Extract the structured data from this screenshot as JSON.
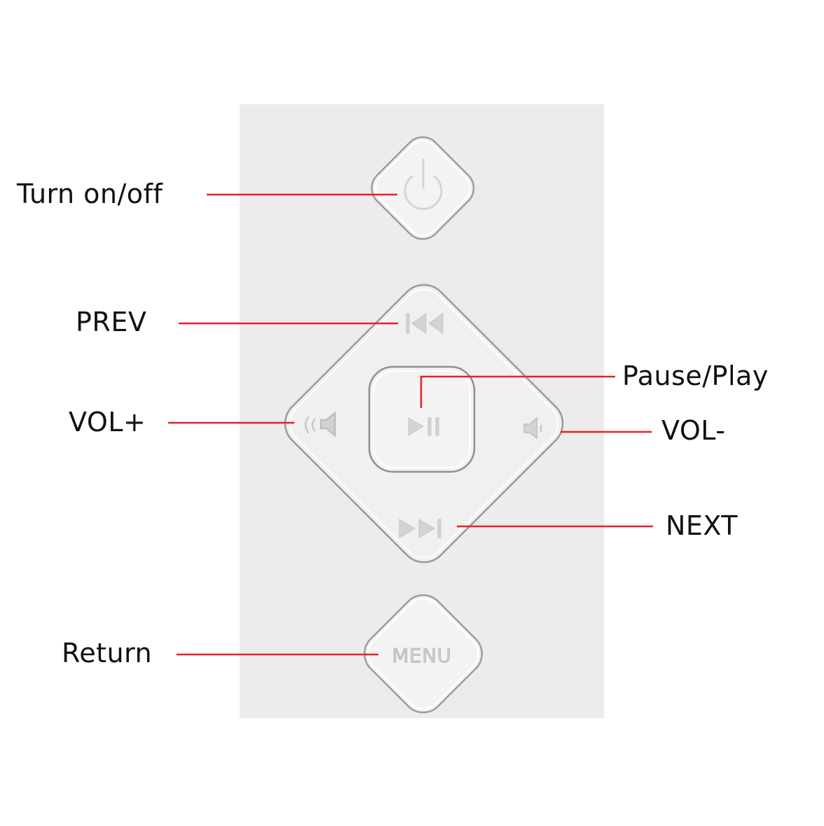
{
  "colors": {
    "panel": "#ececec",
    "button_face": "#ededed",
    "button_edge": "#9a9a9a",
    "icon": "#d2d2d2",
    "callout_line": "#e8202a",
    "label_text": "#111111"
  },
  "callouts": [
    {
      "key": "power",
      "label": "Turn on/off"
    },
    {
      "key": "prev",
      "label": "PREV"
    },
    {
      "key": "vol_plus",
      "label": "VOL+"
    },
    {
      "key": "pause_play",
      "label": "Pause/Play"
    },
    {
      "key": "vol_minus",
      "label": "VOL-"
    },
    {
      "key": "next",
      "label": "NEXT"
    },
    {
      "key": "return",
      "label": "Return"
    }
  ],
  "remote": {
    "menu_button_text": "MENU",
    "icons": {
      "power": "power-icon",
      "prev": "skip-back-icon",
      "play_pause": "play-pause-icon",
      "vol_plus": "volume-up-icon",
      "vol_minus": "volume-down-icon",
      "next": "skip-forward-icon"
    }
  }
}
